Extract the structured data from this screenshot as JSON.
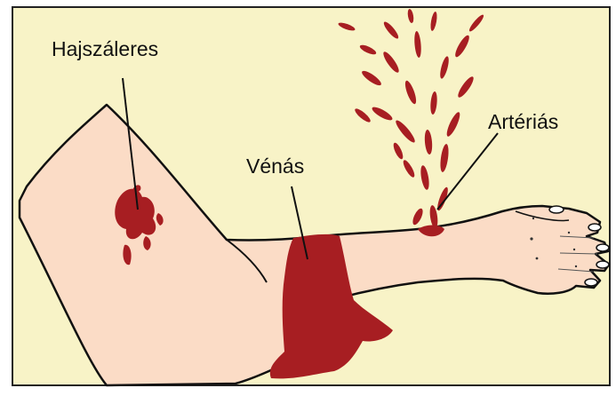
{
  "labels": {
    "capillary": "Hajszáleres",
    "venous": "Vénás",
    "arterial": "Artériás"
  },
  "colors": {
    "background": "#F8F3C7",
    "skin": "#FBDCC6",
    "blood": "#A71E22",
    "outline": "#111111",
    "frame": "#222222"
  }
}
